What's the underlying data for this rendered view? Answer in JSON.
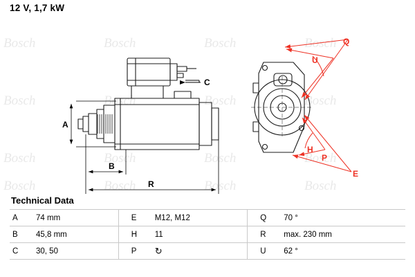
{
  "title": "12 V, 1,7 kW",
  "watermark": "Bosch",
  "drawing": {
    "labels": {
      "A": "A",
      "B": "B",
      "C": "C",
      "E": "E",
      "H": "H",
      "P": "P",
      "Q": "Q",
      "R": "R",
      "U": "U"
    },
    "dimension_color": "#000000",
    "angle_color": "#ee3124",
    "line_color": "#1b1b1b"
  },
  "tech": {
    "heading": "Technical Data",
    "rows": [
      [
        {
          "key": "A",
          "value": "74 mm"
        },
        {
          "key": "E",
          "value": "M12, M12"
        },
        {
          "key": "Q",
          "value": "70 °"
        }
      ],
      [
        {
          "key": "B",
          "value": "45,8 mm"
        },
        {
          "key": "H",
          "value": "11"
        },
        {
          "key": "R",
          "value": "max. 230 mm"
        }
      ],
      [
        {
          "key": "C",
          "value": "30, 50"
        },
        {
          "key": "P",
          "value": "↻"
        },
        {
          "key": "U",
          "value": "62 °"
        }
      ]
    ]
  }
}
